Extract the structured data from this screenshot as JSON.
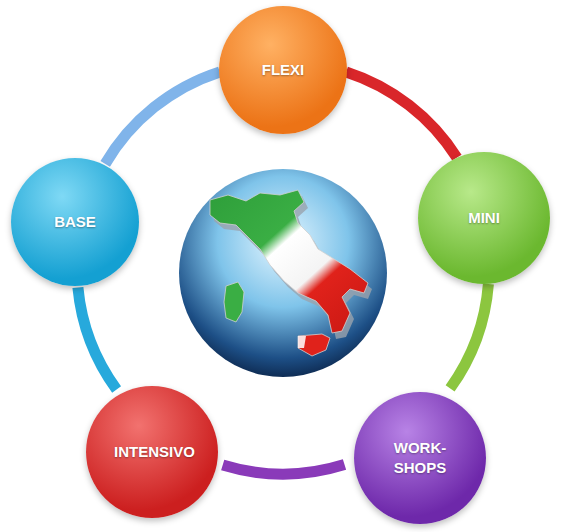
{
  "diagram": {
    "nodes": [
      {
        "text": [
          "FLEXI"
        ]
      },
      {
        "text": [
          "BASE"
        ]
      },
      {
        "text": [
          "MINI"
        ]
      },
      {
        "text": [
          "INTENSIVO"
        ]
      },
      {
        "text": [
          "WORK- SHOPS"
        ]
      }
    ],
    "edges": [
      {
        "from": 0,
        "to": 2,
        "arrow": "none"
      },
      {
        "from": 2,
        "to": 4,
        "arrow": "none"
      },
      {
        "from": 4,
        "to": 3,
        "arrow": "none"
      },
      {
        "from": 3,
        "to": 1,
        "arrow": "none"
      },
      {
        "from": 1,
        "to": 0,
        "arrow": "none"
      }
    ]
  }
}
